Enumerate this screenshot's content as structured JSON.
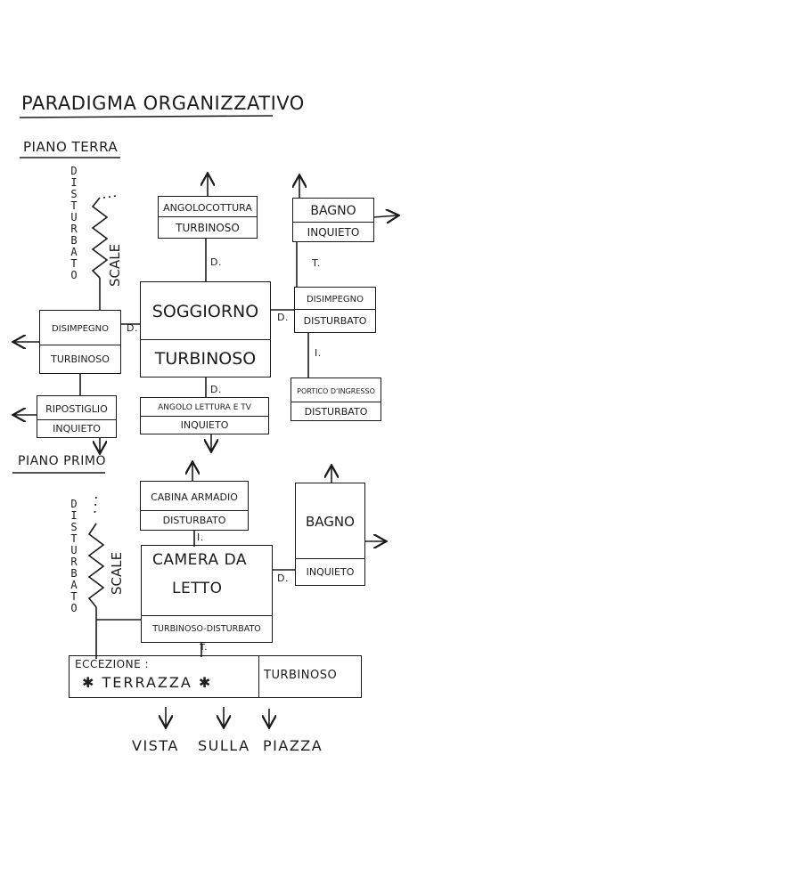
{
  "title": "PARADIGMA ORGANIZZATIVO",
  "ground_floor": {
    "label": "PIANO TERRA",
    "stairs_vertical_text": "DISTURBATO",
    "stairs_label": "SCALE",
    "soggiorno": {
      "name": "SOGGIORNO",
      "state": "TURBINOSO"
    },
    "angolo_cottura": {
      "name": "ANGOLOCOTTURA",
      "state": "TURBINOSO"
    },
    "bagno": {
      "name": "BAGNO",
      "state": "INQUIETO"
    },
    "disimpegno_right": {
      "name": "DISIMPEGNO",
      "state": "DISTURBATO"
    },
    "portico": {
      "name": "PORTICO D'INGRESSO",
      "state": "DISTURBATO"
    },
    "disimpegno_left": {
      "name": "DISIMPEGNO",
      "state": "TURBINOSO"
    },
    "ripostiglio": {
      "name": "RIPOSTIGLIO",
      "state": "INQUIETO"
    },
    "angolo_lettura": {
      "name": "ANGOLO LETTURA E TV",
      "state": "INQUIETO"
    },
    "links": {
      "d1": "D.",
      "d2": "D.",
      "d3": "D.",
      "d4": "D.",
      "t1": "T.",
      "i1": "I."
    }
  },
  "first_floor": {
    "label": "PIANO PRIMO",
    "stairs_vertical_text": "DISTURBATO",
    "stairs_label": "SCALE",
    "cabina_armadio": {
      "name": "CABINA ARMADIO",
      "state": "DISTURBATO"
    },
    "camera": {
      "name_line1": "CAMERA DA",
      "name_line2": "LETTO",
      "state": "TURBINOSO-DISTURBATO"
    },
    "bagno": {
      "name": "BAGNO",
      "state": "INQUIETO"
    },
    "terrazza": {
      "exception": "ECCEZIONE :",
      "name": "✱ TERRAZZA ✱",
      "state": "TURBINOSO"
    },
    "links": {
      "i1": "I.",
      "d1": "D.",
      "t1": "T."
    }
  },
  "footer": {
    "view": "VISTA",
    "on": "SULLA",
    "square": "PIAZZA"
  }
}
